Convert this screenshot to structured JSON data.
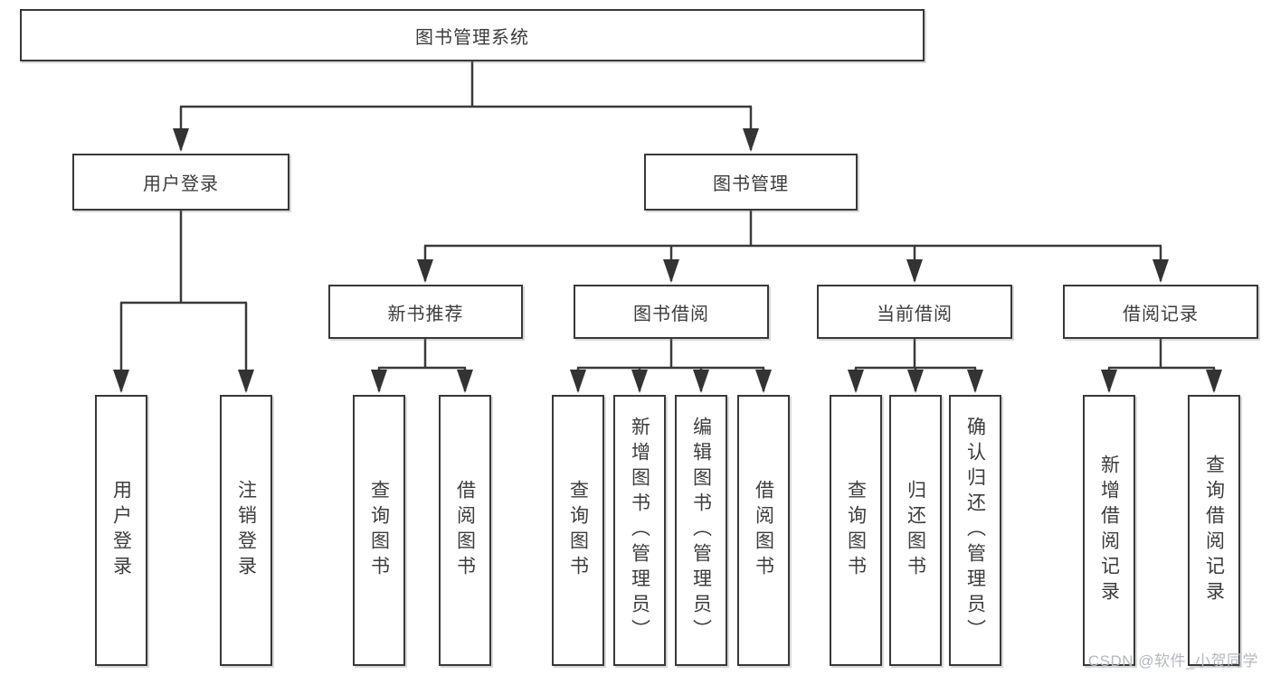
{
  "nodes": {
    "root": "图书管理系统",
    "l2": [
      "用户登录",
      "图书管理"
    ],
    "l3": [
      "新书推荐",
      "图书借阅",
      "当前借阅",
      "借阅记录"
    ],
    "leafGroups": [
      [
        "用户登录",
        "注销登录"
      ],
      [
        "查询图书",
        "借阅图书"
      ],
      [
        "查询图书",
        "新增图书（管理员）",
        "编辑图书（管理员）",
        "借阅图书"
      ],
      [
        "查询图书",
        "归还图书",
        "确认归还（管理员）"
      ],
      [
        "新增借阅记录",
        "查询借阅记录"
      ]
    ]
  },
  "colors": {
    "line": "#3a3a3a",
    "arrow": "#333333",
    "border": "#383838",
    "text": "#3c3c3c",
    "watermark": "#b3b8bf",
    "background": "#ffffff"
  },
  "watermark": {
    "text": "CSDN @软件_小贺同学"
  }
}
